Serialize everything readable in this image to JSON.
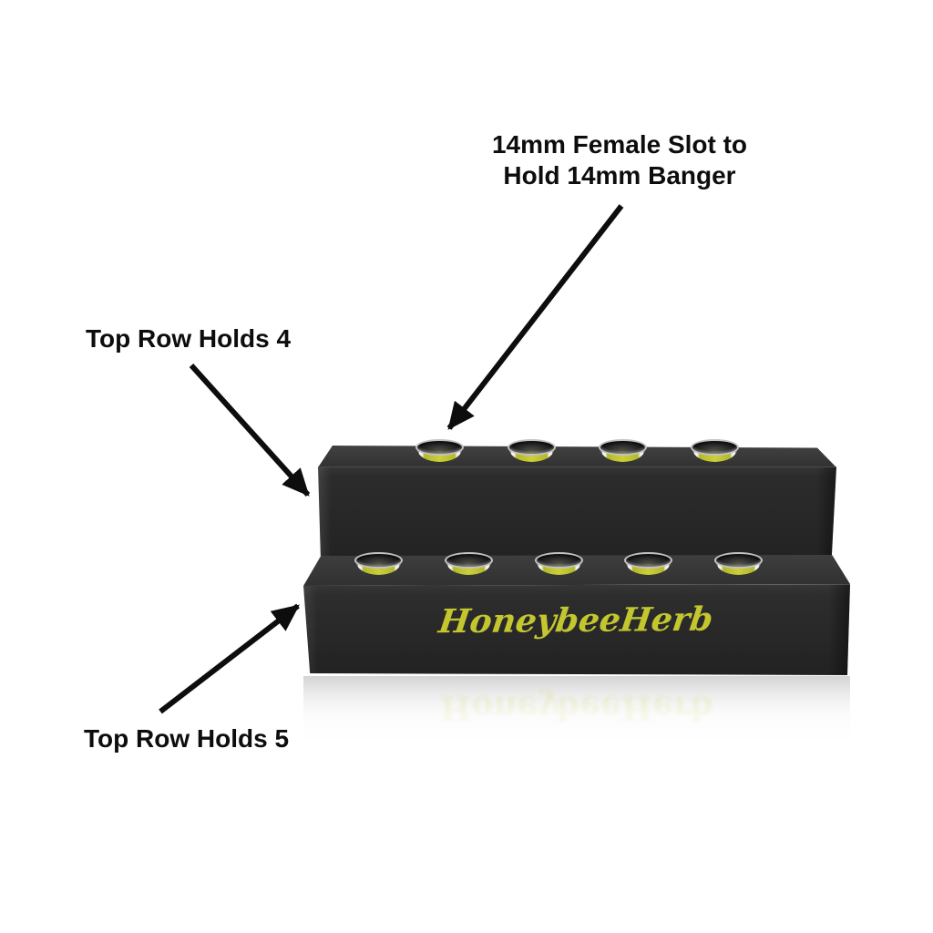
{
  "annotations": {
    "banger_slot_line1": "14mm Female Slot to",
    "banger_slot_line2": "Hold 14mm Banger",
    "top_row_label": "Top Row Holds 4",
    "bottom_row_label": "Top Row Holds 5"
  },
  "product": {
    "brand_logo_text": "HoneybeeHerb",
    "top_row_slot_count": 4,
    "bottom_row_slot_count": 5
  },
  "colors": {
    "background": "#ffffff",
    "annotation-black": "#0d0d0d",
    "body-black": "#282828",
    "accent-yellow": "#c3c62f",
    "glass-rim": "#c2c2c2"
  }
}
